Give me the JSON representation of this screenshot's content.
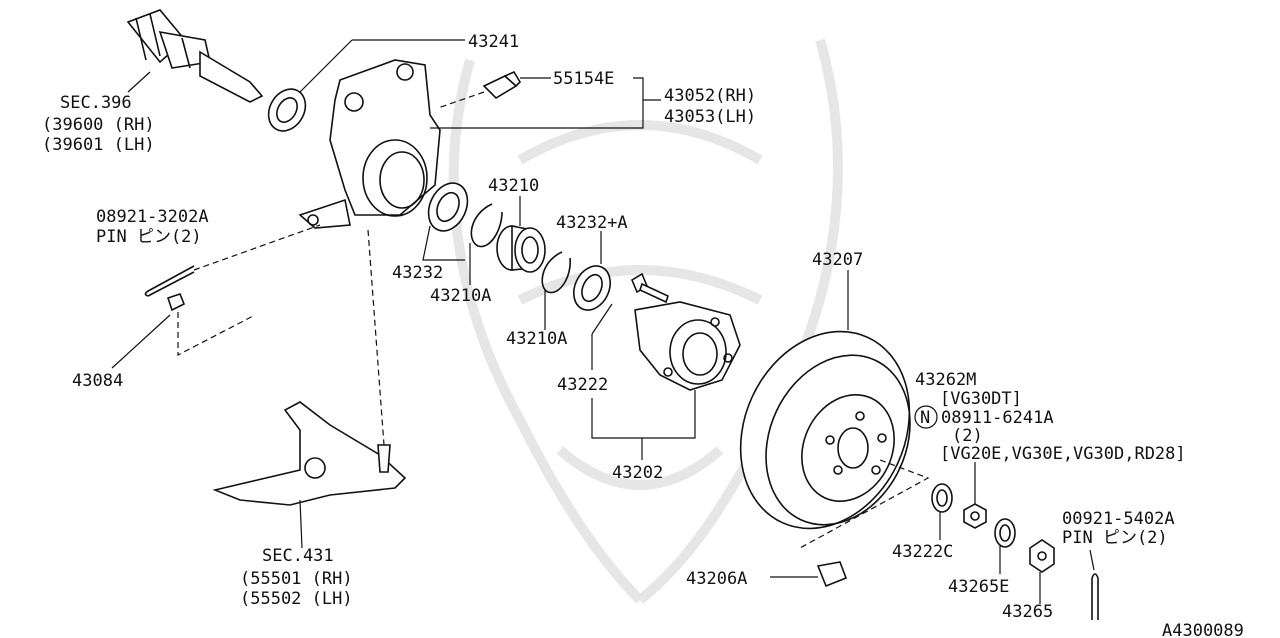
{
  "diagram": {
    "labels": {
      "sec396": "SEC.396",
      "p39600": "(39600 (RH)",
      "p39601": "(39601 (LH)",
      "p43241": "43241",
      "p55154e": "55154E",
      "p43052": "43052(RH)",
      "p43053": "43053(LH)",
      "pin1_no": "08921-3202A",
      "pin1_txt": "PIN ピン(2)",
      "p43210": "43210",
      "p43232pa": "43232+A",
      "p43232": "43232",
      "p43210a1": "43210A",
      "p43210a2": "43210A",
      "p43207": "43207",
      "p43084": "43084",
      "p43222": "43222",
      "p43262m": "43262M",
      "vg30dt": "[VG30DT]",
      "n_mark": "N",
      "p08911": "08911-6241A",
      "qty2": "(2)",
      "vg20e": "[VG20E,VG30E,VG30D,RD28]",
      "p43202": "43202",
      "sec431": "SEC.431",
      "p55501": "(55501 (RH)",
      "p55502": "(55502 (LH)",
      "pin2_no": "00921-5402A",
      "pin2_txt": "PIN ピン(2)",
      "p43222c": "43222C",
      "p43206a": "43206A",
      "p43265e": "43265E",
      "p43265": "43265",
      "code": "A4300089"
    }
  }
}
